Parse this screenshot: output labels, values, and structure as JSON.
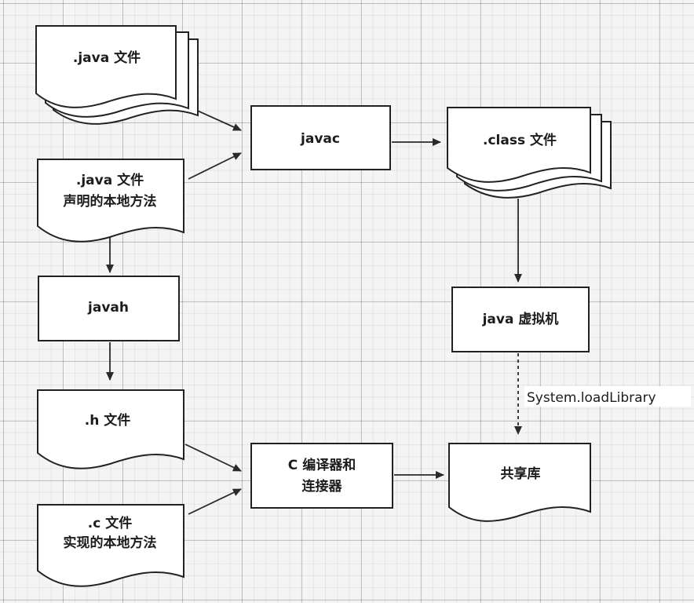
{
  "diagram": {
    "nodes": {
      "java_file": {
        "label": ".java 文件"
      },
      "java_native": {
        "line1": ".java 文件",
        "line2": "声明的本地方法"
      },
      "javah": {
        "label": "javah"
      },
      "h_file": {
        "label": ".h 文件"
      },
      "c_file": {
        "line1": ".c 文件",
        "line2": "实现的本地方法"
      },
      "javac": {
        "label": "javac"
      },
      "class_file": {
        "label": ".class 文件"
      },
      "jvm": {
        "label": "java 虚拟机"
      },
      "compiler": {
        "line1": "C 编译器和",
        "line2": "连接器"
      },
      "shared_lib": {
        "label": "共享库"
      }
    },
    "edges": {
      "load_library": {
        "label": "System.loadLibrary"
      }
    }
  }
}
